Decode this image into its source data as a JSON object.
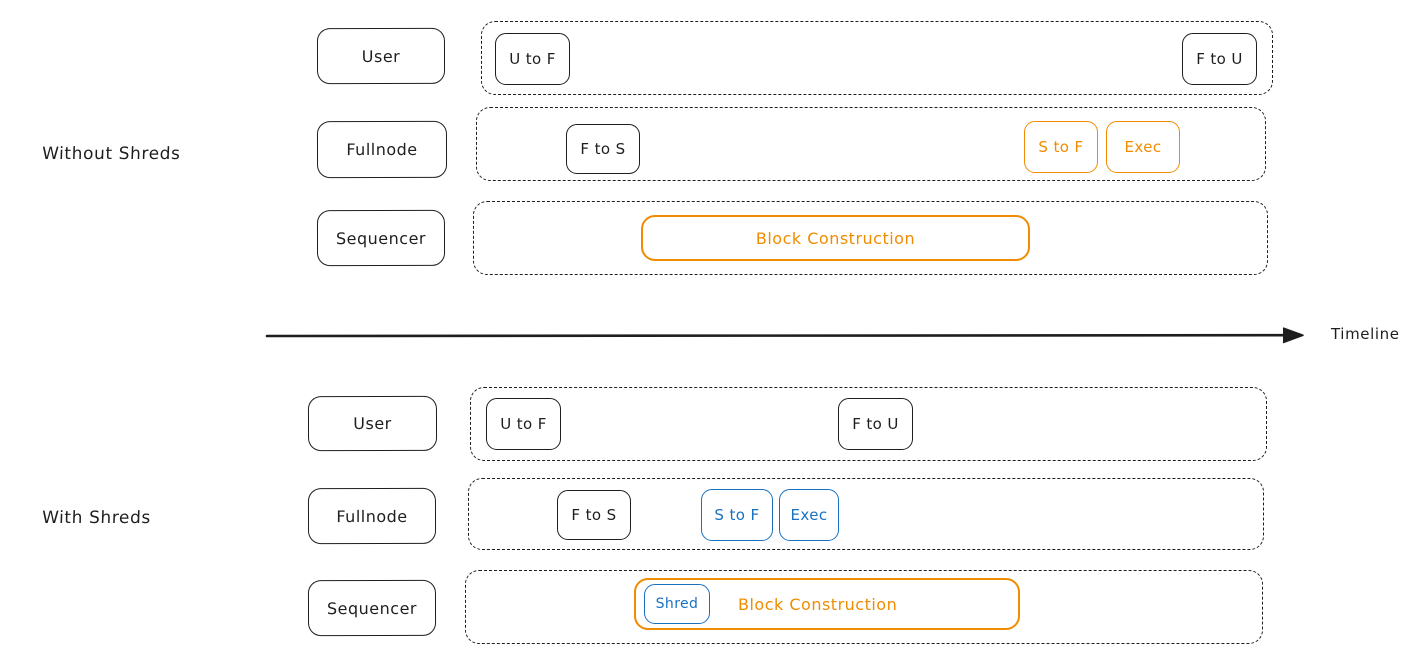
{
  "diagram": {
    "title_not_rendered": "",
    "colors": {
      "ink": "#1e1e1e",
      "orange": "#f08c00",
      "blue": "#1971c2",
      "background": "#ffffff"
    },
    "sections": [
      {
        "id": "without-shreds",
        "label": "Without Shreds",
        "lanes": [
          {
            "id": "user",
            "actor": "User",
            "chips": [
              {
                "text": "U to F",
                "color": "black"
              },
              {
                "text": "F to U",
                "color": "black"
              }
            ]
          },
          {
            "id": "fullnode",
            "actor": "Fullnode",
            "chips": [
              {
                "text": "F to S",
                "color": "black"
              },
              {
                "text": "S to F",
                "color": "orange"
              },
              {
                "text": "Exec",
                "color": "orange"
              }
            ]
          },
          {
            "id": "sequencer",
            "actor": "Sequencer",
            "chips": [
              {
                "text": "Block Construction",
                "color": "orange"
              }
            ]
          }
        ]
      },
      {
        "id": "with-shreds",
        "label": "With Shreds",
        "lanes": [
          {
            "id": "user",
            "actor": "User",
            "chips": [
              {
                "text": "U to F",
                "color": "black"
              },
              {
                "text": "F to U",
                "color": "black"
              }
            ]
          },
          {
            "id": "fullnode",
            "actor": "Fullnode",
            "chips": [
              {
                "text": "F to S",
                "color": "black"
              },
              {
                "text": "S to F",
                "color": "blue"
              },
              {
                "text": "Exec",
                "color": "blue"
              }
            ]
          },
          {
            "id": "sequencer",
            "actor": "Sequencer",
            "chips": [
              {
                "text": "Shred",
                "color": "blue"
              },
              {
                "text": "Block Construction",
                "color": "orange"
              }
            ]
          }
        ]
      }
    ],
    "timeline": {
      "label": "Timeline",
      "direction": "left-to-right"
    }
  }
}
